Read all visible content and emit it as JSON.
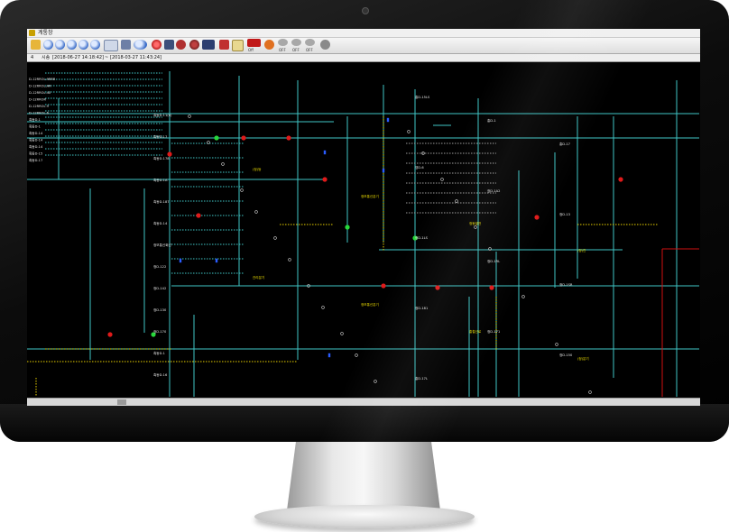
{
  "window": {
    "title": "계통창"
  },
  "toolbar": {
    "icons": [
      "open-icon",
      "zoom-in-icon",
      "zoom-out-icon",
      "zoom-fit-icon",
      "zoom-area-icon",
      "zoom-reset-icon",
      "pan-hand-icon",
      "select-icon",
      "zoom-dropdown-icon",
      "record-icon",
      "layer-icon",
      "refresh-icon",
      "search-icon",
      "search-dropdown-icon",
      "print-icon",
      "edit-icon",
      "alarm-off-icon",
      "sound-icon",
      "toggle-off-icon",
      "toggle-off-2-icon",
      "settings-icon"
    ],
    "off_labels": [
      "Off",
      "OFF",
      "OFF",
      "OFF"
    ]
  },
  "timebar": {
    "prefix": "시송",
    "start": "[2018-06-27 14:18:42]",
    "end_prefix": "~",
    "end": "[2018-03-27 11:43:24]"
  },
  "colors": {
    "line_cyan": "#3fc6c6",
    "line_yellow": "#e8d000",
    "line_red": "#d01010",
    "breaker_red": "#e01a1a",
    "breaker_green": "#27d83a",
    "switch_blue": "#2a5cff",
    "label_white": "#e8e8e8",
    "label_yellow": "#f0e000"
  },
  "diagram": {
    "labels_left": [
      "D-12RROL.9RRR",
      "D-12RROL.AR",
      "D-12RROL.40",
      "D-12RROR",
      "D-12RROL.9",
      "D-12RROL.6",
      "흑동D-1",
      "흑동D-1",
      "흑동D-14",
      "흑동D-14",
      "흑동D-14",
      "흑동D-15",
      "흑동D-17"
    ],
    "labels_center": [
      "흑동D-11(6)",
      "흑동D-17",
      "흑동D-178",
      "흑동D-1A",
      "흑동D-187",
      "흑동D-14",
      "정보통신회선",
      "정D-122",
      "정D-142",
      "정D-130",
      "정D-170",
      "흑동D-1",
      "흑동D-16"
    ],
    "labels_right": [
      "홍D-15LS",
      "홍D-1",
      "홍D-17",
      "영D-6",
      "정D-1A2",
      "정D-13",
      "정D-1LS",
      "정D-1RL",
      "정D-1SR",
      "정D-181",
      "정D-171",
      "정D-150",
      "홍D-17L"
    ],
    "labels_yellow": [
      "(정)등",
      "정보통신분기",
      "정동발전",
      "(정)관",
      "관리분기",
      "정보통신분기",
      "홍철선로",
      "(정)분기"
    ]
  }
}
